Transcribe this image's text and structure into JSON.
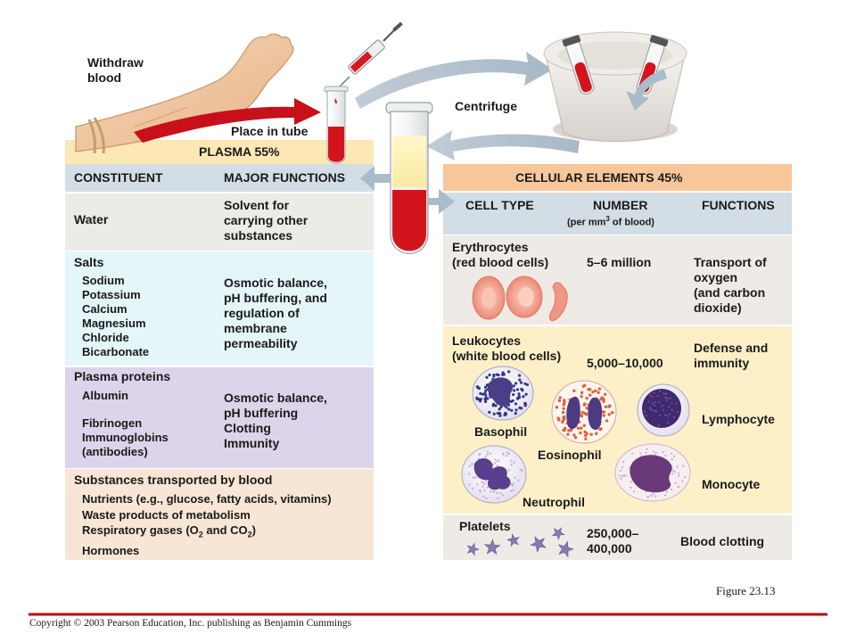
{
  "labels": {
    "withdraw_blood": [
      "Withdraw",
      "blood"
    ],
    "place_in_tube": "Place in tube",
    "centrifuge": "Centrifuge"
  },
  "plasma": {
    "title": "PLASMA 55%",
    "headers": {
      "constituent": "CONSTITUENT",
      "functions": "MAJOR FUNCTIONS"
    },
    "water": {
      "name": "Water",
      "functions": [
        "Solvent for",
        "carrying other",
        "substances"
      ]
    },
    "salts": {
      "name": "Salts",
      "items": [
        "Sodium",
        "Potassium",
        "Calcium",
        "Magnesium",
        "Chloride",
        "Bicarbonate"
      ],
      "functions": [
        "Osmotic balance,",
        "pH buffering, and",
        "regulation of",
        "membrane",
        "permeability"
      ]
    },
    "proteins": {
      "name": "Plasma proteins",
      "items": [
        "Albumin",
        "Fibrinogen",
        "Immunoglobins",
        "(antibodies)"
      ],
      "functions": [
        "Osmotic balance,",
        "pH buffering",
        "Clotting",
        "Immunity"
      ]
    },
    "transported": {
      "name": "Substances transported by blood",
      "items": [
        "Nutrients (e.g., glucose, fatty acids, vitamins)",
        "Waste products of metabolism"
      ],
      "gases": {
        "prefix": "Respiratory gases (O",
        "sub1": "2",
        "mid": " and CO",
        "sub2": "2",
        "suffix": ")"
      },
      "hormones": "Hormones"
    }
  },
  "cellular": {
    "title": "CELLULAR ELEMENTS 45%",
    "headers": {
      "cell_type": "CELL TYPE",
      "number": "NUMBER",
      "number_unit": {
        "prefix": "(per mm",
        "sup": "3",
        "suffix": " of blood)"
      },
      "functions": "FUNCTIONS"
    },
    "erythrocytes": {
      "name": [
        "Erythrocytes",
        "(red blood cells)"
      ],
      "number": "5–6 million",
      "functions": [
        "Transport of",
        "oxygen",
        "(and carbon",
        "dioxide)"
      ]
    },
    "leukocytes": {
      "name": [
        "Leukocytes",
        "(white blood cells)"
      ],
      "number": "5,000–10,000",
      "functions": [
        "Defense and",
        "immunity"
      ],
      "types": {
        "basophil": "Basophil",
        "eosinophil": "Eosinophil",
        "neutrophil": "Neutrophil",
        "lymphocyte": "Lymphocyte",
        "monocyte": "Monocyte"
      }
    },
    "platelets": {
      "name": "Platelets",
      "number": [
        "250,000–",
        "400,000"
      ],
      "functions": "Blood clotting"
    }
  },
  "figure_label": "Figure 23.13",
  "copyright": "Copyright © 2003 Pearson Education, Inc. publishing as Benjamin Cummings",
  "colors": {
    "plasma_title": "#fde7b4",
    "header_blue": "#d3dde5",
    "water": "#ecebe6",
    "salts": "#e5f6f8",
    "proteins": "#ddd3ea",
    "transported": "#f7e6d6",
    "cellular_title": "#f7c79a",
    "erythrocytes": "#eeeae6",
    "leukocytes": "#fdf0c8",
    "platelets": "#eeeae6",
    "blood": "#d4141c",
    "copyright_rule": "#b40c14"
  }
}
